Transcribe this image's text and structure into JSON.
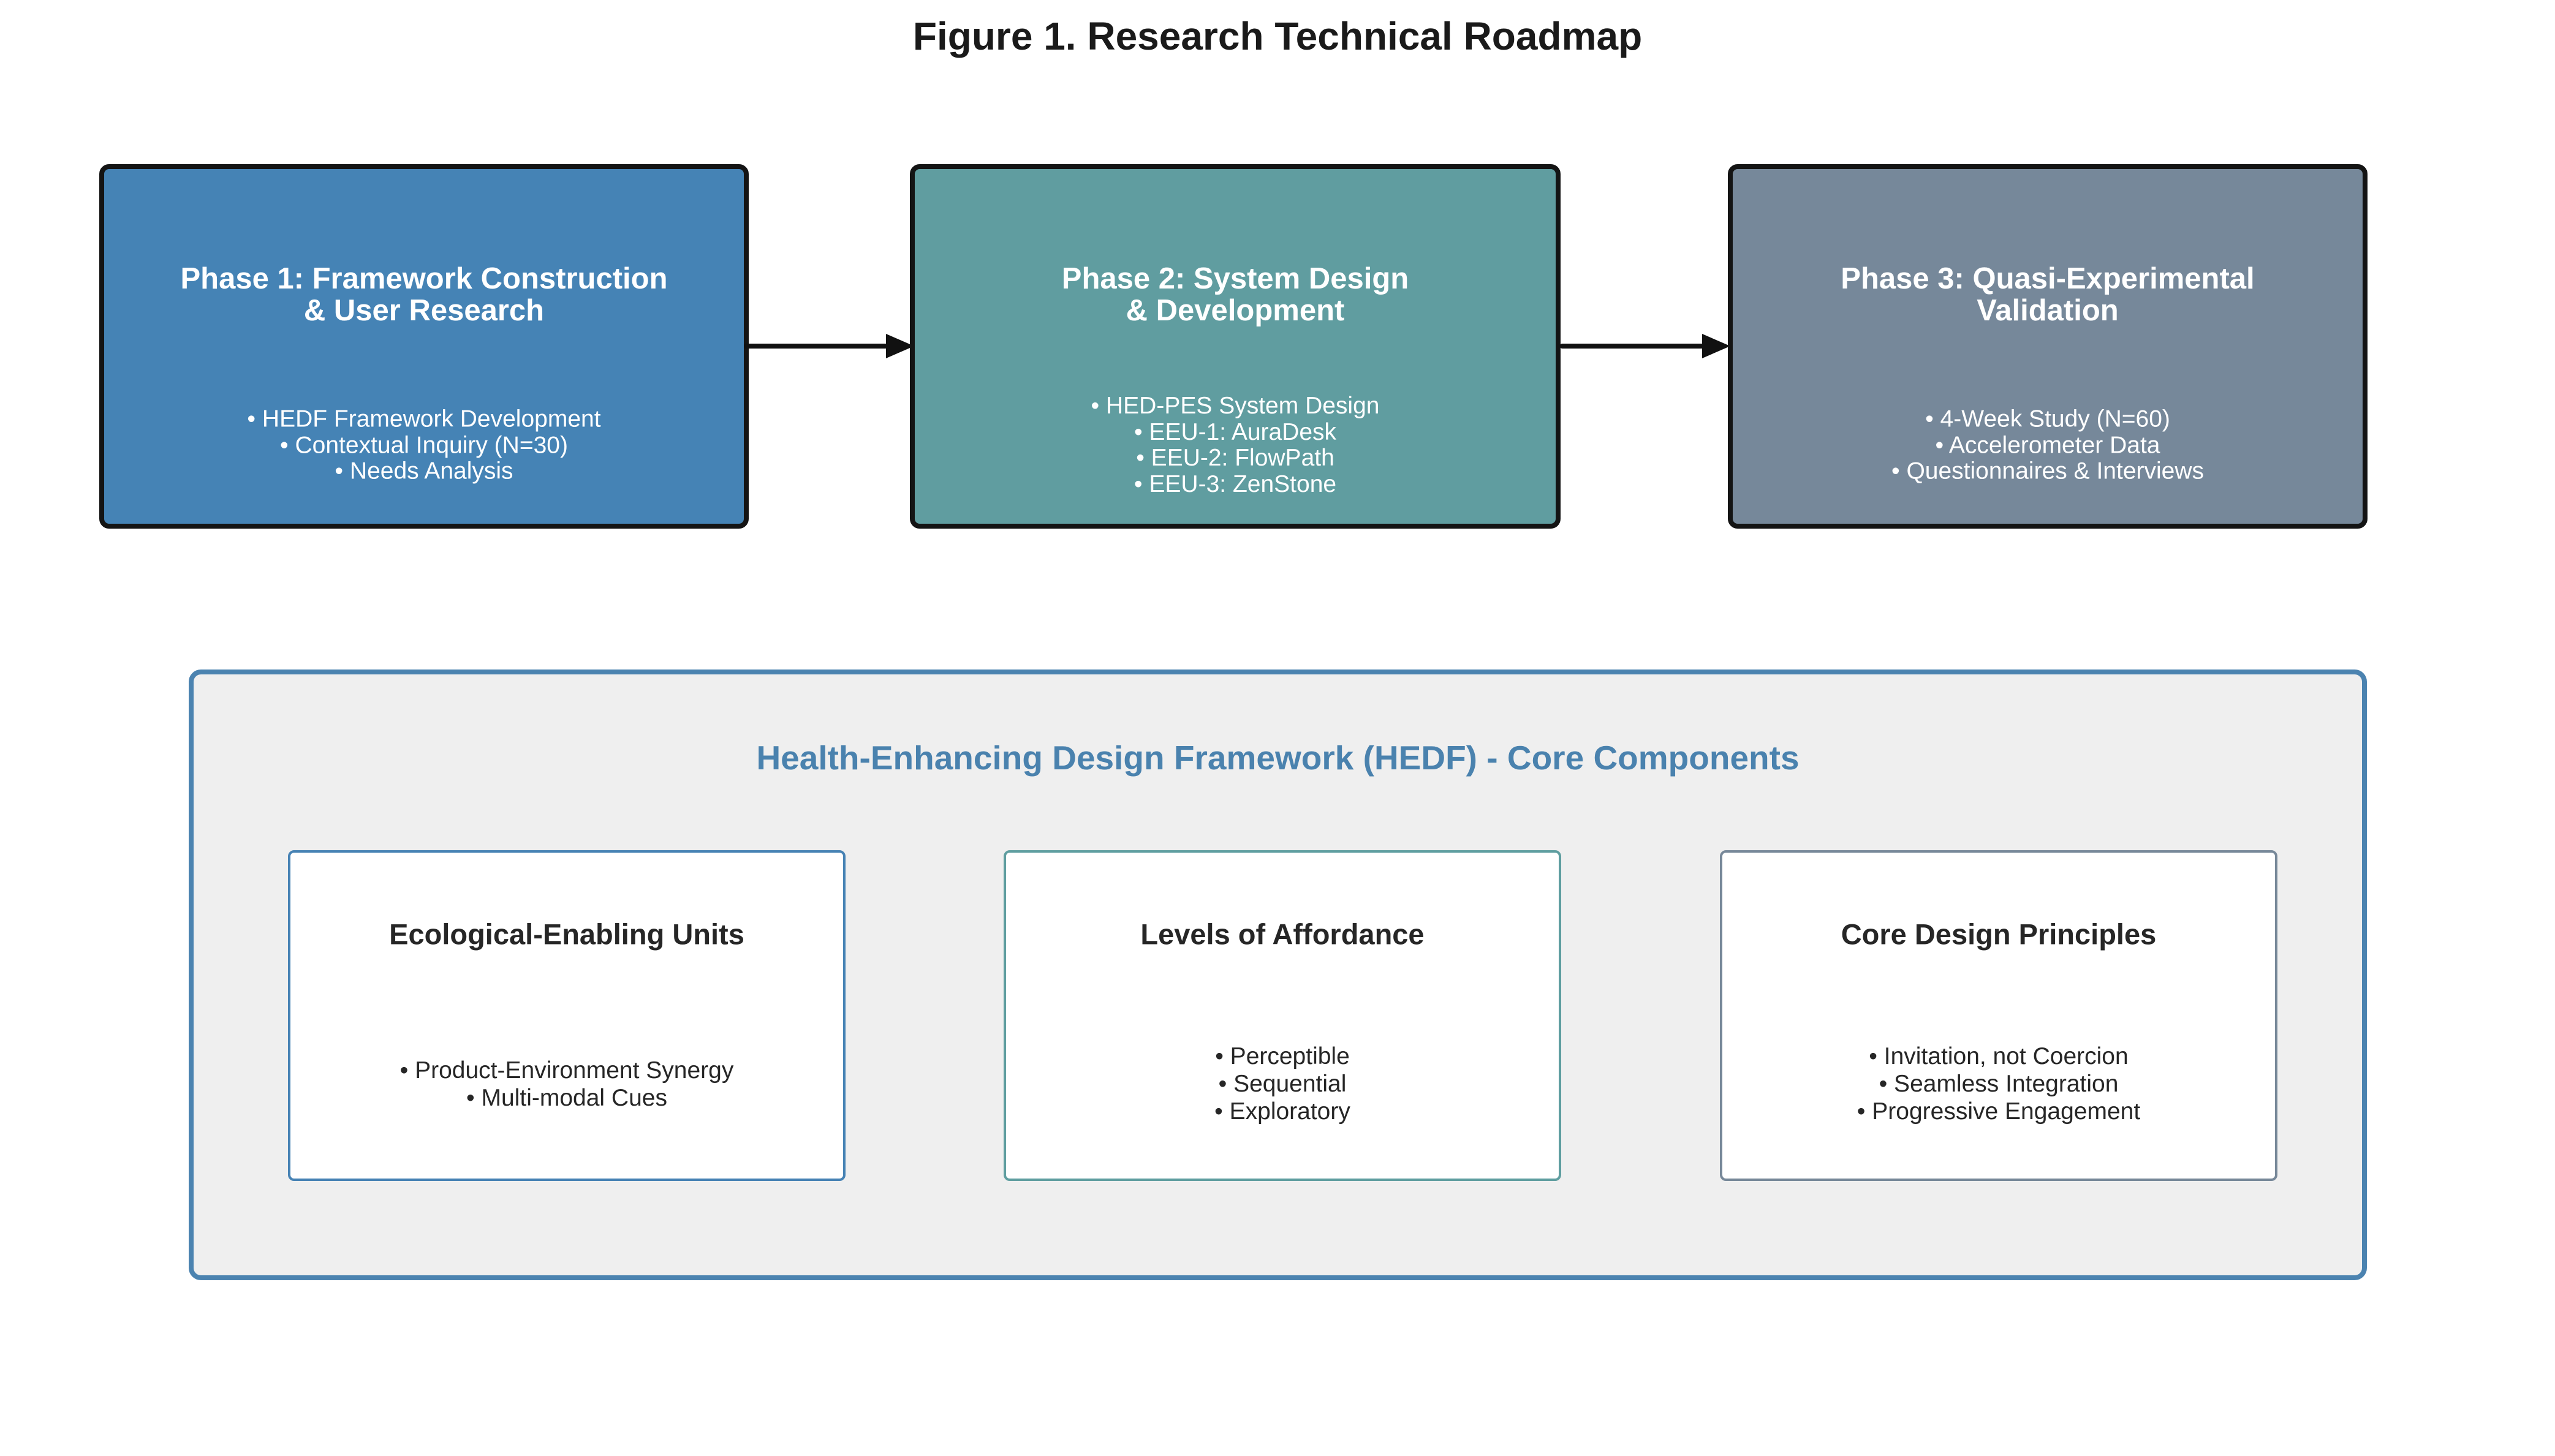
{
  "page": {
    "background": "#ffffff"
  },
  "figure_title": "Figure 1. Research Technical Roadmap",
  "roadmap_phases": [
    {
      "title": "Phase 1: Framework Construction\n& User Research",
      "bullets": [
        "• HEDF Framework Development",
        "• Contextual Inquiry (N=30)",
        "• Needs Analysis"
      ],
      "fill_color": "#4583b5",
      "text_color": "#ffffff"
    },
    {
      "title": "Phase 2: System Design\n& Development",
      "bullets": [
        "• HED-PES System Design",
        "• EEU-1: AuraDesk",
        "• EEU-2: FlowPath",
        "• EEU-3: ZenStone"
      ],
      "fill_color": "#609da0",
      "text_color": "#ffffff"
    },
    {
      "title": "Phase 3: Quasi-Experimental\nValidation",
      "bullets": [
        "• 4-Week Study (N=60)",
        "• Accelerometer Data",
        "• Questionnaires & Interviews"
      ],
      "fill_color": "#76889a",
      "text_color": "#ffffff"
    }
  ],
  "arrows": {
    "color": "#111111"
  },
  "framework_panel": {
    "title": "Health-Enhancing Design Framework (HEDF) - Core Components",
    "title_color": "#4a82ae",
    "border_color": "#4b83b0",
    "background": "#efefef",
    "components": [
      {
        "title": "Ecological-Enabling Units",
        "bullets": [
          "• Product-Environment Synergy",
          "• Multi-modal Cues"
        ],
        "border_color": "#4682b4"
      },
      {
        "title": "Levels of Affordance",
        "bullets": [
          "• Perceptible",
          "• Sequential",
          "• Exploratory"
        ],
        "border_color": "#5f9ea0"
      },
      {
        "title": "Core Design Principles",
        "bullets": [
          "• Invitation, not Coercion",
          "• Seamless Integration",
          "• Progressive Engagement"
        ],
        "border_color": "#778899"
      }
    ]
  }
}
